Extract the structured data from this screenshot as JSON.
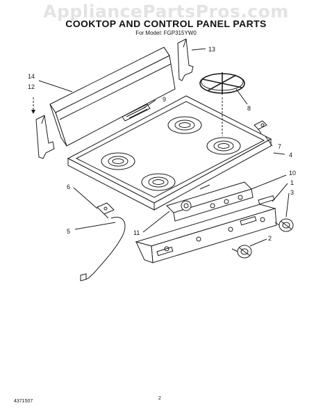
{
  "watermark": "AppliancePartsPros.com",
  "header": {
    "title": "COOKTOP AND CONTROL PANEL PARTS",
    "model": "For Model: FGP315YW0"
  },
  "footer": {
    "doc_number": "4371507",
    "page_number": "2"
  },
  "callouts": [
    "1",
    "2",
    "3",
    "4",
    "5",
    "6",
    "7",
    "8",
    "9",
    "10",
    "11",
    "12",
    "13",
    "14"
  ]
}
